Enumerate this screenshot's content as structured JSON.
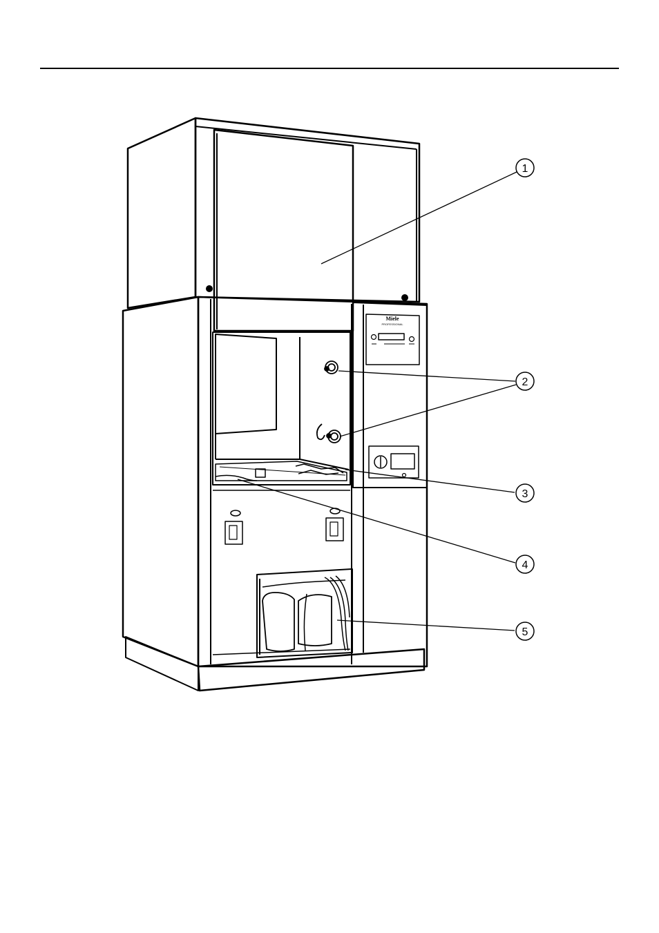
{
  "figure": {
    "brand_logo": "Miele",
    "brand_sub": "PROFESSIONAL",
    "callouts": [
      {
        "number": "1",
        "part": "upper-door"
      },
      {
        "number": "2",
        "part": "spray-arm-connectors"
      },
      {
        "number": "3",
        "part": "lower-rack-runners"
      },
      {
        "number": "4",
        "part": "filter-combination"
      },
      {
        "number": "5",
        "part": "detergent-container-compartment"
      }
    ]
  },
  "colors": {
    "line": "#000000",
    "background": "#ffffff"
  }
}
